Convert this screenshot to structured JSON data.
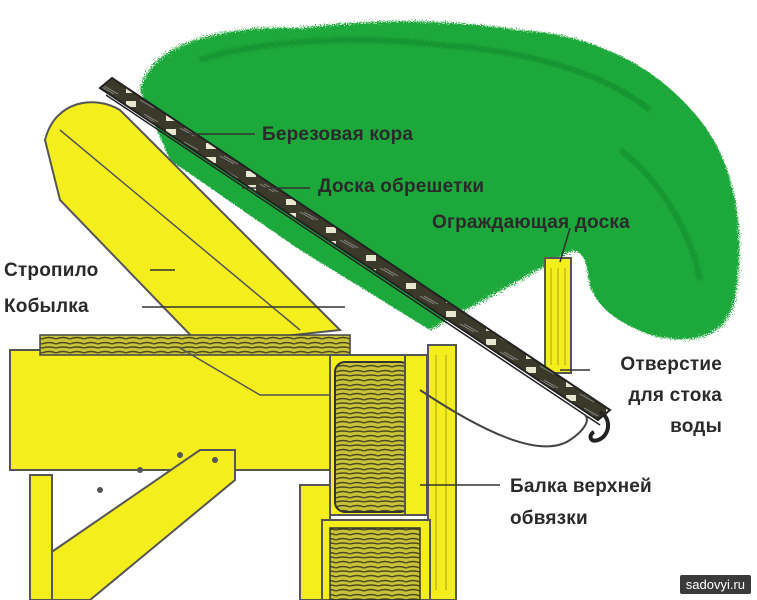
{
  "labels": {
    "birch_bark": "Березовая кора",
    "lath_board": "Доска обрешетки",
    "guard_board": "Ограждающая доска",
    "rafter": "Стропило",
    "filly": "Кобылка",
    "drain_hole_1": "Отверстие",
    "drain_hole_2": "для стока",
    "drain_hole_3": "воды",
    "top_beam_1": "Балка верхней",
    "top_beam_2": "обвязки"
  },
  "watermark": "sadovyi.ru",
  "colors": {
    "grass": "#1fa83a",
    "grass_dark": "#148a2c",
    "wood_yellow": "#f4ee1c",
    "wood_dark": "#4d4a1e",
    "outline": "#333333",
    "text": "#2a2a2a"
  }
}
